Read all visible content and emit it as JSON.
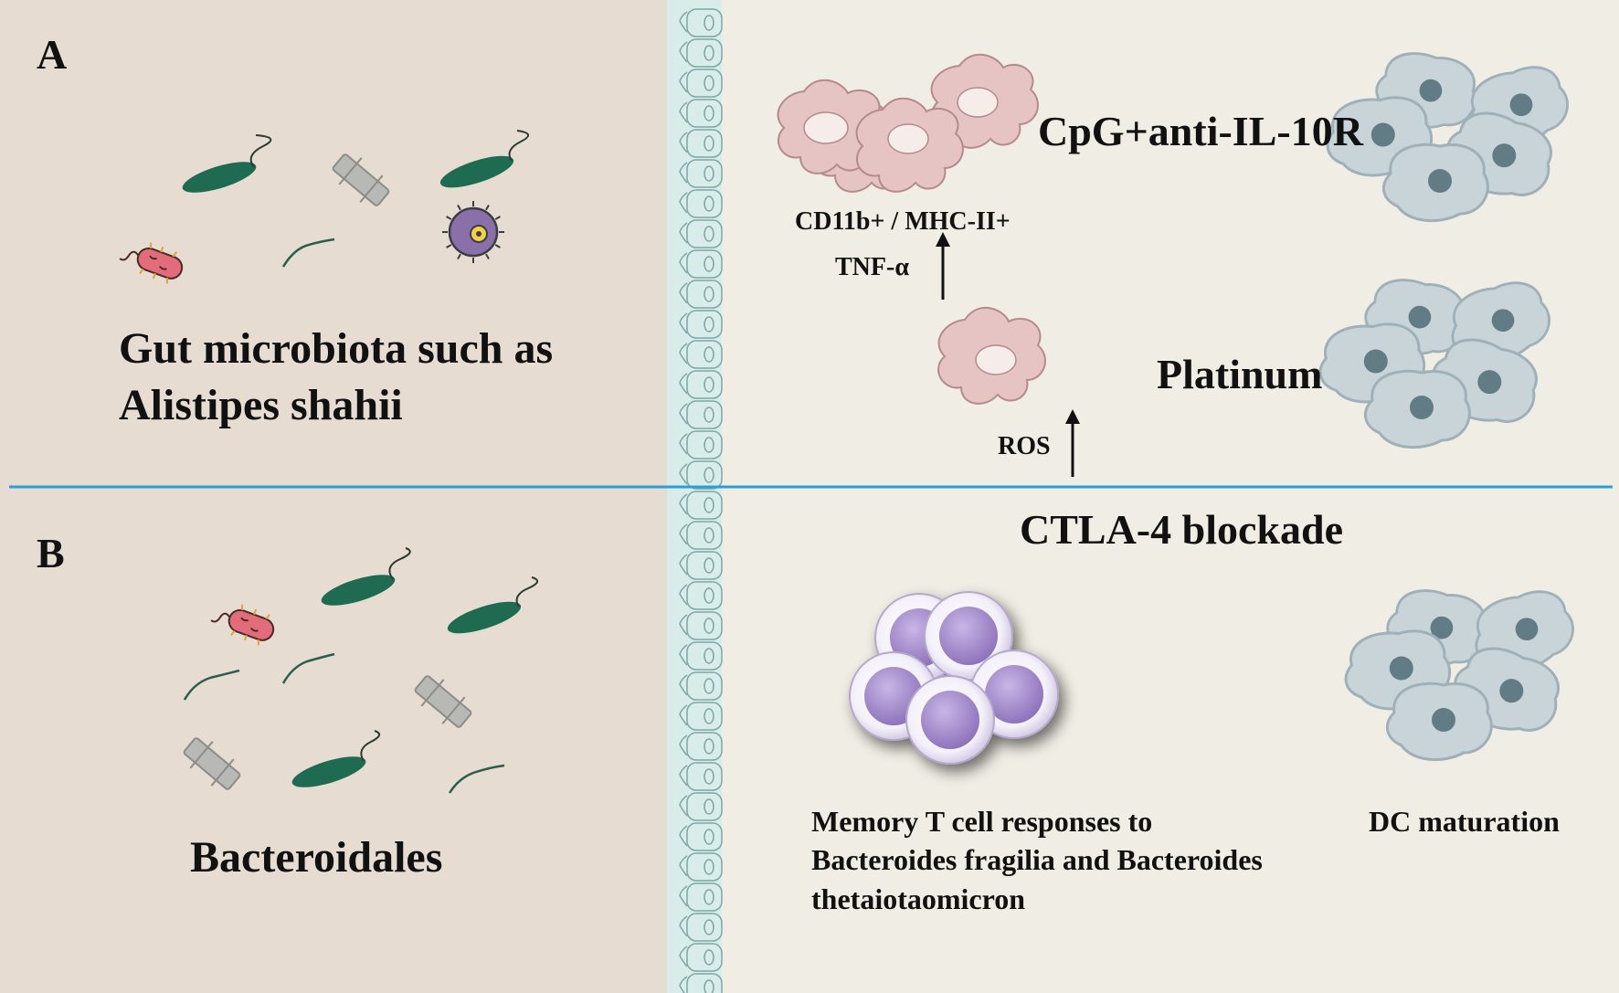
{
  "panels": {
    "a": {
      "letter": "A",
      "left_caption_line1": "Gut microbiota such as",
      "left_caption_line2": "Alistipes shahii",
      "treatment_1": "CpG+anti-IL-10R",
      "marker_line1": "CD11b+ / MHC-II+",
      "marker_line2": "TNF-α",
      "treatment_2": "Platinum",
      "ros_label": "ROS"
    },
    "b": {
      "letter": "B",
      "left_caption": "Bacteroidales",
      "treatment": "CTLA-4 blockade",
      "tcell_caption_line1": "Memory T cell responses to",
      "tcell_caption_line2": "Bacteroides fragilia and Bacteroides",
      "tcell_caption_line3": "thetaiotaomicron",
      "dc_caption": "DC maturation"
    }
  },
  "colors": {
    "gut_background": "#e6dcd2",
    "tumor_background": "#f0eee4",
    "epithelium": "#d8ecea",
    "divider": "#2a9fd6",
    "rod_bacteria": "#1e6b52",
    "macrophage": "#e6c4c4",
    "tumor_cell": "#c9d4d9",
    "tcell": "#9c85c4"
  }
}
